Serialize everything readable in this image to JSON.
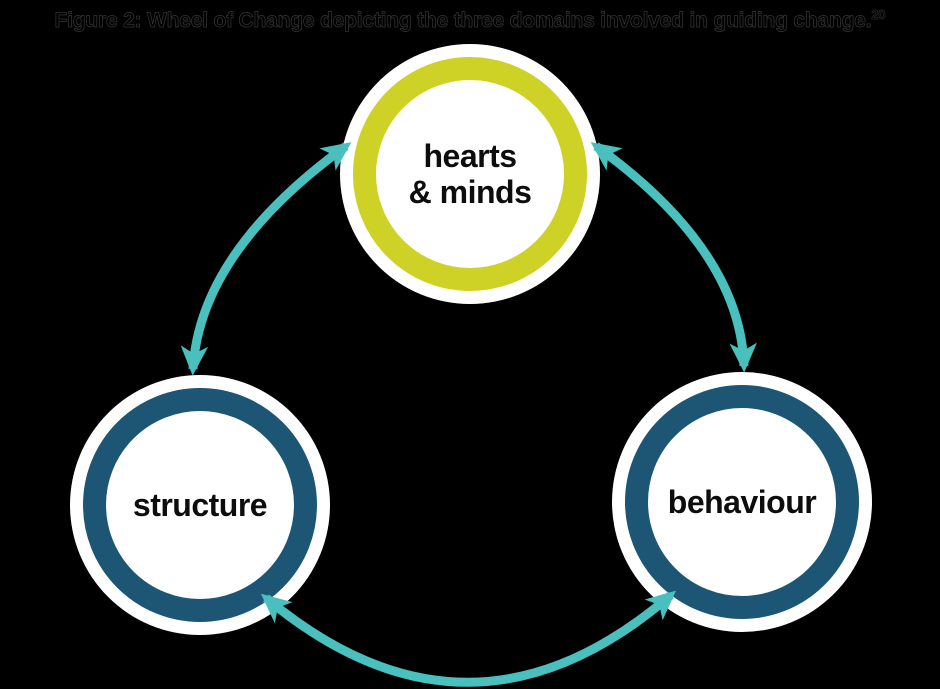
{
  "figure": {
    "title": "Figure 2: Wheel of Change depicting the three domains involved in guiding change.",
    "citation_superscript": "20"
  },
  "diagram": {
    "type": "cycle-diagram",
    "nodes": [
      {
        "id": "hearts-minds",
        "label": "hearts\n& minds",
        "ring_color": "#ced226",
        "position": "top"
      },
      {
        "id": "structure",
        "label": "structure",
        "ring_color": "#1d5674",
        "position": "bottom-left"
      },
      {
        "id": "behaviour",
        "label": "behaviour",
        "ring_color": "#1d5674",
        "position": "bottom-right"
      }
    ],
    "arrows": [
      {
        "from": "hearts & minds",
        "to": "structure",
        "bidirectional": true
      },
      {
        "from": "hearts & minds",
        "to": "behaviour",
        "bidirectional": true
      },
      {
        "from": "structure",
        "to": "behaviour",
        "bidirectional": true
      }
    ],
    "colors": {
      "background": "#000000",
      "node-fill": "#ffffff",
      "ring-lime": "#ced226",
      "ring-teal": "#1d5674",
      "arrow": "#49c0bd",
      "label-text": "#0d0d0d",
      "title-text": "#000000"
    }
  }
}
